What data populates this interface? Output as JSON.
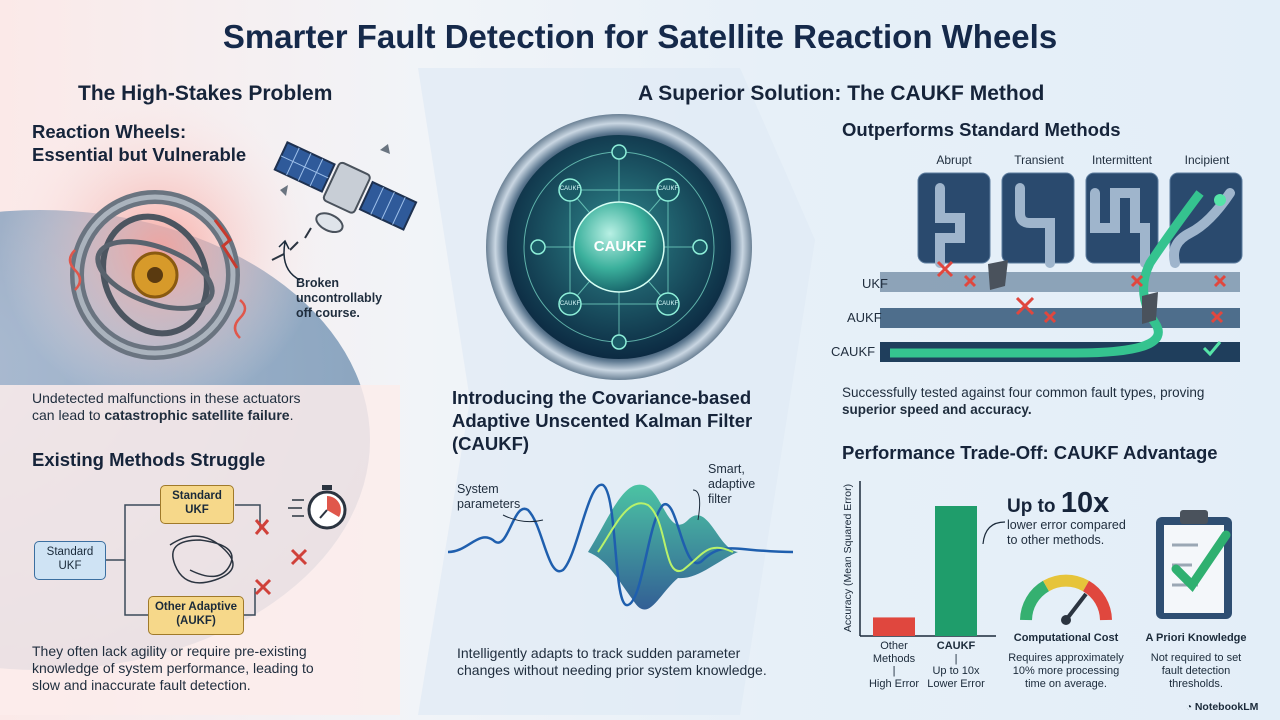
{
  "title": "Smarter Fault Detection for Satellite Reaction Wheels",
  "left": {
    "heading": "The High-Stakes Problem",
    "problem_title_1": "Reaction Wheels:",
    "problem_title_2": "Essential but Vulnerable",
    "broken_1": "Broken",
    "broken_2": "uncontrollably",
    "broken_3": "off course.",
    "undetected_1": "Undetected malfunctions in these actuators",
    "undetected_2": "can lead to ",
    "undetected_bold": "catastrophic satellite failure",
    "undetected_end": ".",
    "struggle_heading": "Existing Methods Struggle",
    "box_standard_ukf_1": "Standard",
    "box_standard_ukf_2": "UKF",
    "box_standard_ukf_yellow_1": "Standard",
    "box_standard_ukf_yellow_2": "UKF",
    "box_other_1": "Other Adaptive",
    "box_other_2": "(AUKF)",
    "struggle_text_1": "They often lack agility or require pre-existing",
    "struggle_text_2": "knowledge of system performance, leading to",
    "struggle_text_3": "slow and inaccurate fault detection."
  },
  "center": {
    "heading": "A Superior Solution: The CAUKF Method",
    "core_label": "CAUKF",
    "node_label": "CAUKF",
    "intro_1": "Introducing the Covariance-based",
    "intro_2": "Adaptive Unscented Kalman Filter",
    "intro_3": "(CAUKF)",
    "system_1": "System",
    "system_2": "parameters",
    "smart_1": "Smart,",
    "smart_2": "adaptive",
    "smart_3": "filter",
    "adapts_1": "Intelligently adapts to track sudden parameter",
    "adapts_2": "changes without needing prior system knowledge."
  },
  "right": {
    "outperforms_heading": "Outperforms Standard Methods",
    "fault_types": [
      "Abrupt",
      "Transient",
      "Intermittent",
      "Incipient"
    ],
    "methods": [
      "UKF",
      "AUKF",
      "CAUKF"
    ],
    "tested_1": "Successfully tested against four common fault types, proving",
    "tested_2": "superior speed and accuracy.",
    "tradeoff_heading": "Performance Trade-Off: CAUKF Advantage",
    "chart_ylabel": "Accuracy (Mean Squared Error)",
    "up_to": "Up to ",
    "ten_x": "10x",
    "lower_1": "lower error compared",
    "lower_2": "to other methods.",
    "cost_title": "Computational Cost",
    "cost_1": "Requires approximately",
    "cost_2": "10% more processing",
    "cost_3": "time on average.",
    "apriori_title": "A Priori Knowledge",
    "apriori_1": "Not required to set",
    "apriori_2": "fault detection",
    "apriori_3": "thresholds."
  },
  "chart_data": {
    "type": "bar",
    "categories": [
      "Other Methods | High Error",
      "CAUKF | Up to 10x Lower Error"
    ],
    "category_lines": [
      [
        "Other",
        "Methods",
        "|",
        "High Error"
      ],
      [
        "CAUKF",
        "|",
        "Up to 10x",
        "Lower Error"
      ]
    ],
    "values": [
      1,
      7
    ],
    "colors": [
      "#e0473e",
      "#1f9d6b"
    ],
    "ylabel": "Accuracy (Mean Squared Error)"
  },
  "branding": "NotebookLM"
}
